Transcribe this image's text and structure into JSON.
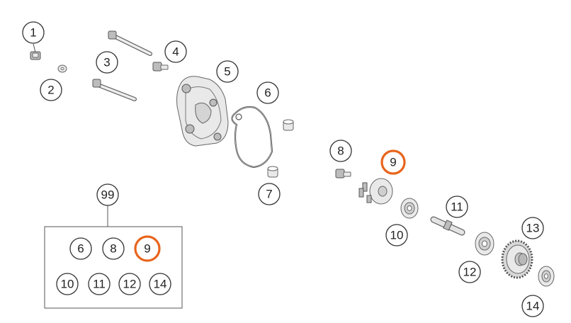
{
  "diagram": {
    "highlight_color": "#e8641c",
    "highlighted_item": "9",
    "callouts": {
      "c1": "1",
      "c2": "2",
      "c3": "3",
      "c4": "4",
      "c5": "5",
      "c6": "6",
      "c7": "7",
      "c8": "8",
      "c9": "9",
      "c10": "10",
      "c11": "11",
      "c12": "12",
      "c13": "13",
      "c14": "14"
    },
    "kit": {
      "label": "99",
      "items": [
        "6",
        "8",
        "9",
        "10",
        "11",
        "12",
        "14"
      ]
    }
  }
}
